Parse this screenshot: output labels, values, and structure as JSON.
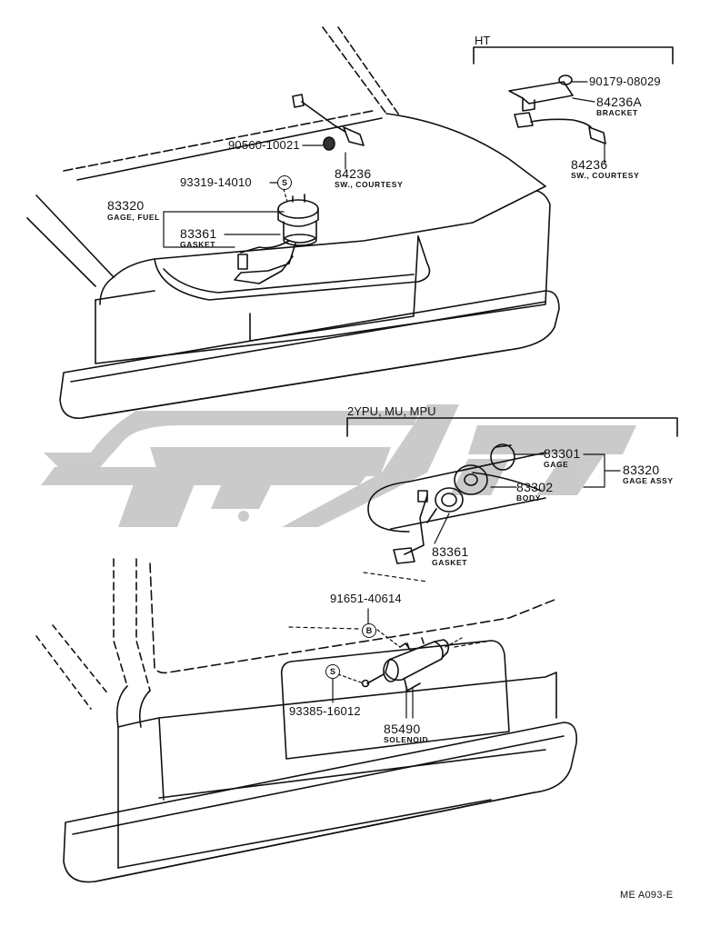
{
  "diagram": {
    "sections": {
      "ht": "HT",
      "yu": "2YPU, MU, MPU"
    },
    "parts": [
      {
        "id": "p1",
        "number": "90560-10021",
        "name": ""
      },
      {
        "id": "p2",
        "number": "84236",
        "name": "SW., COURTESY"
      },
      {
        "id": "p3",
        "number": "93319-14010",
        "name": ""
      },
      {
        "id": "p4",
        "number": "83320",
        "name": "GAGE, FUEL"
      },
      {
        "id": "p5",
        "number": "83361",
        "name": "GASKET"
      },
      {
        "id": "p6",
        "number": "90179-08029",
        "name": ""
      },
      {
        "id": "p7",
        "number": "84236A",
        "name": "BRACKET"
      },
      {
        "id": "p8",
        "number": "84236",
        "name": "SW., COURTESY"
      },
      {
        "id": "p9",
        "number": "83301",
        "name": "GAGE"
      },
      {
        "id": "p10",
        "number": "83302",
        "name": "BODY"
      },
      {
        "id": "p11",
        "number": "83320",
        "name": "GAGE ASSY"
      },
      {
        "id": "p12",
        "number": "83361",
        "name": "GASKET"
      },
      {
        "id": "p13",
        "number": "91651-40614",
        "name": ""
      },
      {
        "id": "p14",
        "number": "93385-16012",
        "name": ""
      },
      {
        "id": "p15",
        "number": "85490",
        "name": "SOLENOID"
      }
    ],
    "symbols": {
      "s_top": "S",
      "s_bottom": "S",
      "b_bottom": "B"
    },
    "figure_code": "ME A093-E"
  },
  "colors": {
    "ink": "#111111",
    "watermark": "#c8c8c8"
  }
}
